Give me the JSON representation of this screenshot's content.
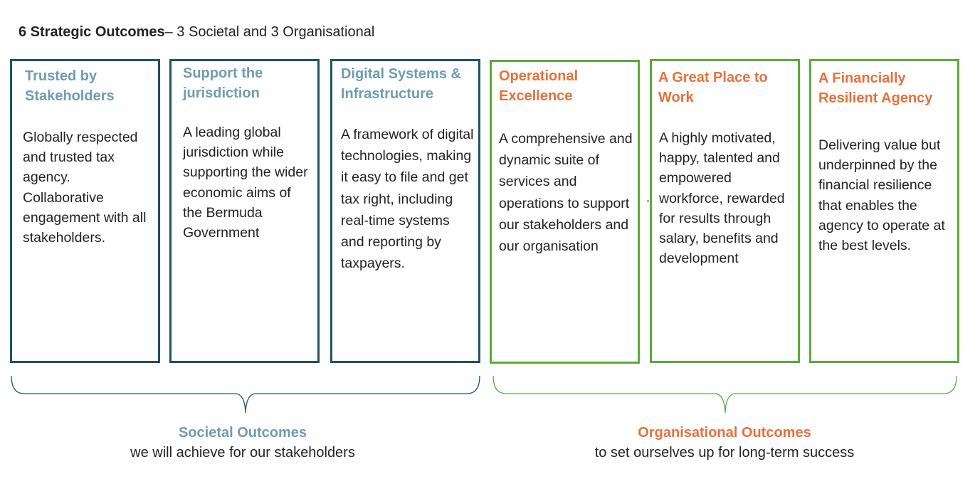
{
  "title": {
    "bold": "6 Strategic Outcomes",
    "rest": "– 3 Societal and 3 Organisational"
  },
  "cards": [
    {
      "heading": "Trusted by Stakeholders",
      "body": "Globally respected and trusted tax agency. Collaborative engagement with all stakeholders."
    },
    {
      "heading": "Support the jurisdiction",
      "body": "A leading global jurisdiction while supporting  the wider economic aims of the Bermuda Government"
    },
    {
      "heading": "Digital Systems & Infrastructure",
      "body": "A  framework of digital technologies, making it easy to file and get tax right, including real-time systems and reporting by taxpayers."
    },
    {
      "heading": "Operational Excellence",
      "body": "A comprehensive and dynamic suite of services and operations to support our stakeholders and our organisation"
    },
    {
      "heading": "A Great Place to Work",
      "body": "A highly motivated, happy, talented and empowered workforce, rewarded for results through salary, benefits and development"
    },
    {
      "heading": "A Financially Resilient Agency",
      "body": "Delivering value but underpinned by the financial resilience that enables the agency to operate at the best levels."
    }
  ],
  "groups": {
    "societal": {
      "title": "Societal Outcomes",
      "subtitle": "we will achieve for our stakeholders"
    },
    "organisational": {
      "title": "Organisational Outcomes",
      "subtitle": "to set ourselves up for long-term success"
    }
  },
  "colors": {
    "societal_border": "#21506b",
    "societal_heading": "#6f9cb1",
    "organisational_border": "#5aaa3b",
    "organisational_heading": "#e8703a"
  }
}
